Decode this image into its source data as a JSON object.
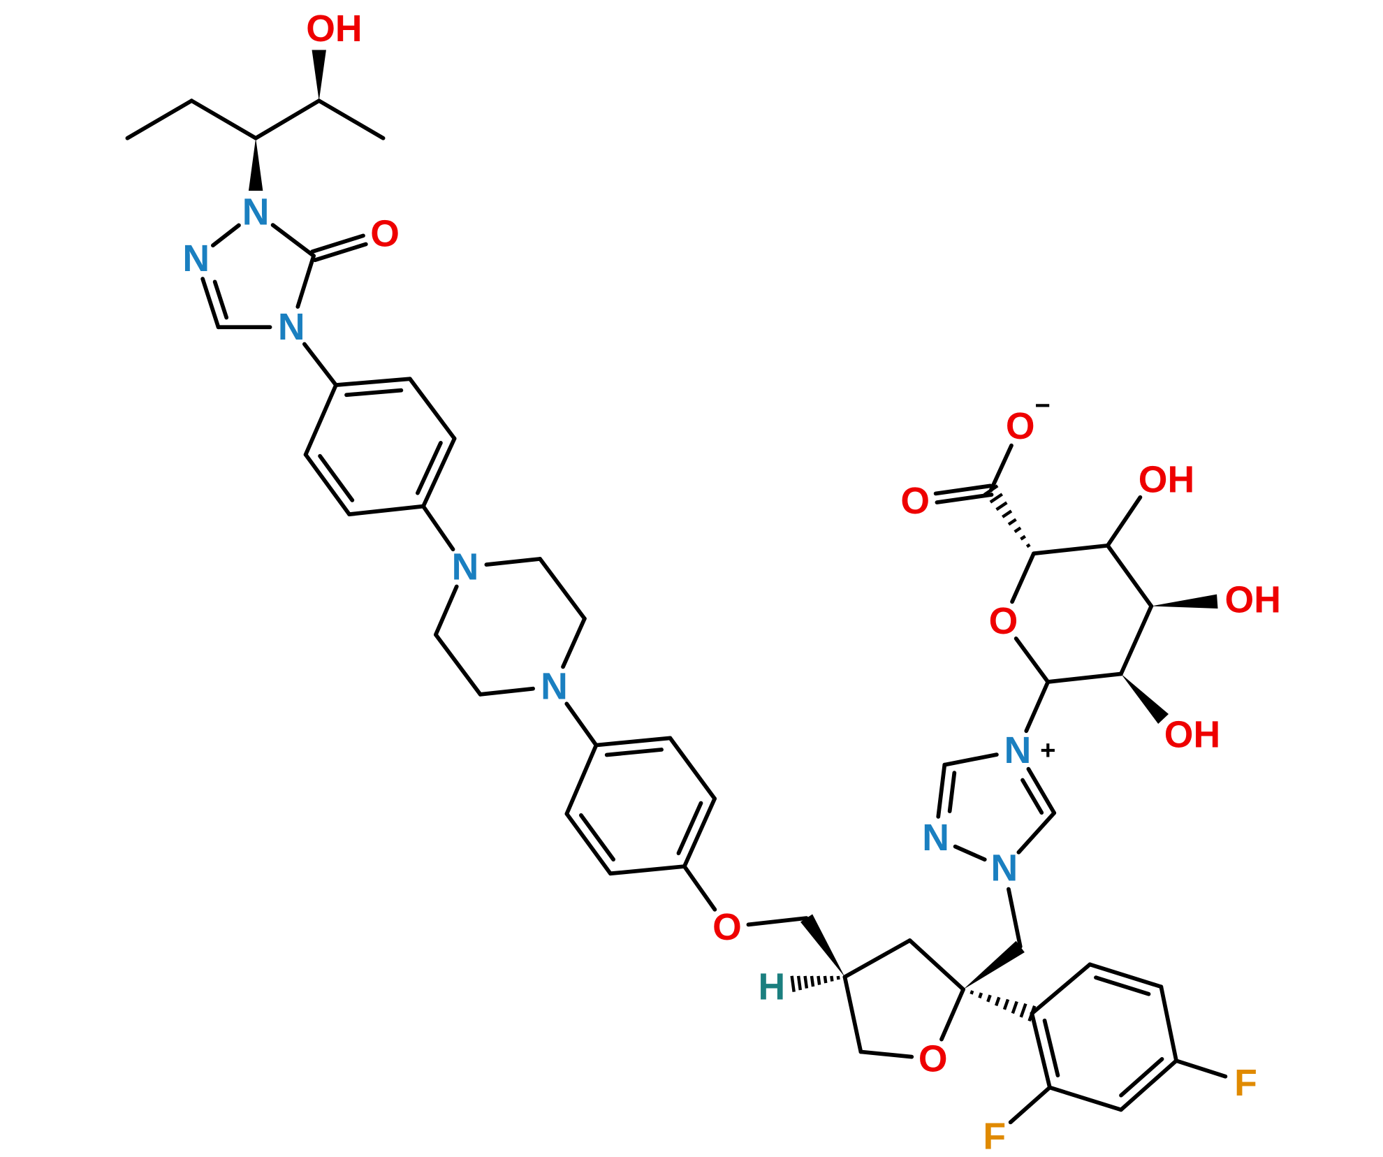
{
  "title": "Posaconazole N-glucuronide structure",
  "colors": {
    "bond": "#000000",
    "N": "#1a7fc0",
    "O": "#ee0000",
    "F": "#e08a00",
    "H": "#1b7f7f"
  },
  "atoms": {
    "oh_top": "OH",
    "n_triazolone_1": "N",
    "n_triazolone_2": "N",
    "n_triazolone_4": "N",
    "o_carbonyl": "O",
    "n_piperazine_1": "N",
    "n_piperazine_4": "N",
    "o_ether": "O",
    "o_thf": "O",
    "h_stereo": "H",
    "n_triazolium_1": "N",
    "n_triazolium_2": "N",
    "n_triazolium_plus": "N",
    "charge_plus": "+",
    "f_para": "F",
    "f_ortho": "F",
    "o_pyran": "O",
    "oh_c2": "OH",
    "oh_c3": "OH",
    "oh_c4": "OH",
    "o_carboxyl_double": "O",
    "o_carboxylate": "O",
    "charge_minus": "−"
  }
}
